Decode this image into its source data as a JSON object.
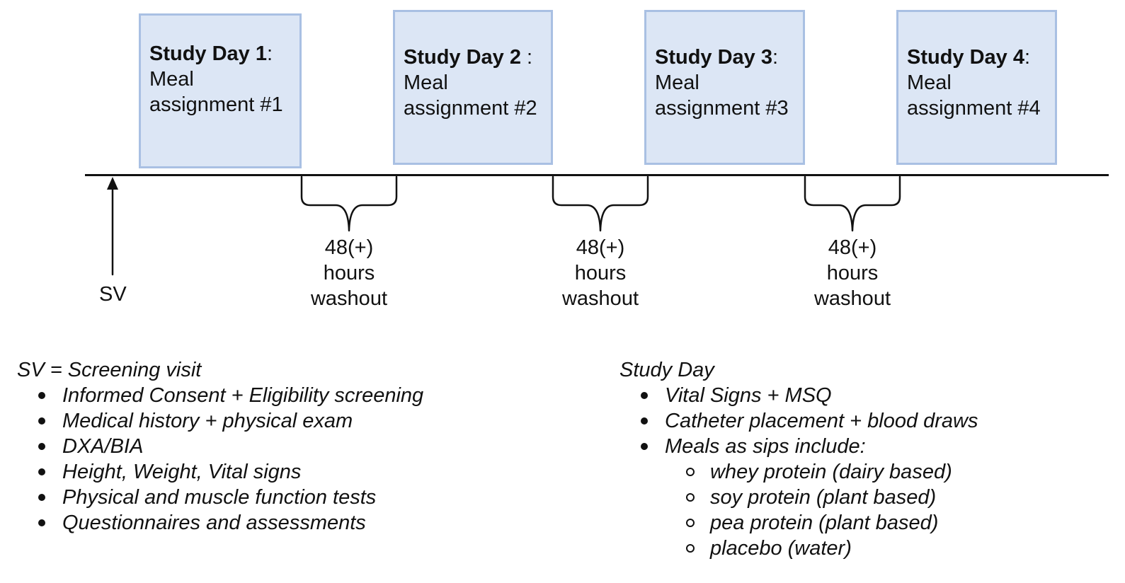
{
  "study_days": [
    {
      "title": "Study Day 1",
      "suffix": ":",
      "line2": "Meal",
      "line3": "assignment #1"
    },
    {
      "title": "Study Day 2",
      "suffix": " :",
      "line2": "Meal",
      "line3": "assignment #2"
    },
    {
      "title": "Study Day 3",
      "suffix": ":",
      "line2": "Meal",
      "line3": "assignment #3"
    },
    {
      "title": "Study Day 4",
      "suffix": ":",
      "line2": "Meal",
      "line3": "assignment #4"
    }
  ],
  "washouts": [
    {
      "line1": "48(+)",
      "line2": "hours",
      "line3": "washout"
    },
    {
      "line1": "48(+)",
      "line2": "hours",
      "line3": "washout"
    },
    {
      "line1": "48(+)",
      "line2": "hours",
      "line3": "washout"
    }
  ],
  "sv_marker": "SV",
  "left_legend": {
    "heading": "SV = Screening visit",
    "items": [
      "Informed Consent + Eligibility screening",
      "Medical history + physical exam",
      "DXA/BIA",
      "Height, Weight, Vital signs",
      "Physical and muscle function tests",
      "Questionnaires and assessments"
    ]
  },
  "right_legend": {
    "heading": "Study Day",
    "items": [
      "Vital Signs + MSQ",
      "Catheter placement + blood draws",
      "Meals as sips include:"
    ],
    "sub_items": [
      "whey protein (dairy based)",
      "soy protein (plant based)",
      "pea protein (plant based)",
      "placebo (water)"
    ]
  },
  "colors": {
    "box_fill": "#dce6f5",
    "box_border": "#a9c0e3",
    "line": "#111111"
  }
}
